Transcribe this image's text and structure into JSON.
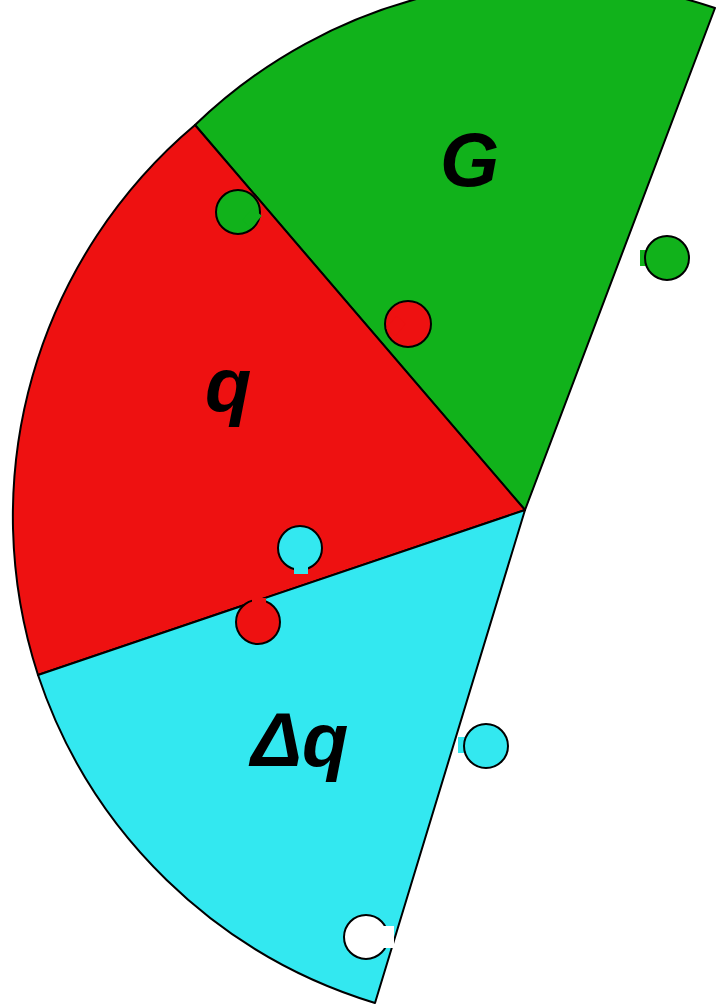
{
  "diagram": {
    "nodes": [
      {
        "text": [
          "G"
        ]
      },
      {
        "text": [
          "q"
        ]
      },
      {
        "text": [
          "Δq"
        ]
      }
    ]
  }
}
